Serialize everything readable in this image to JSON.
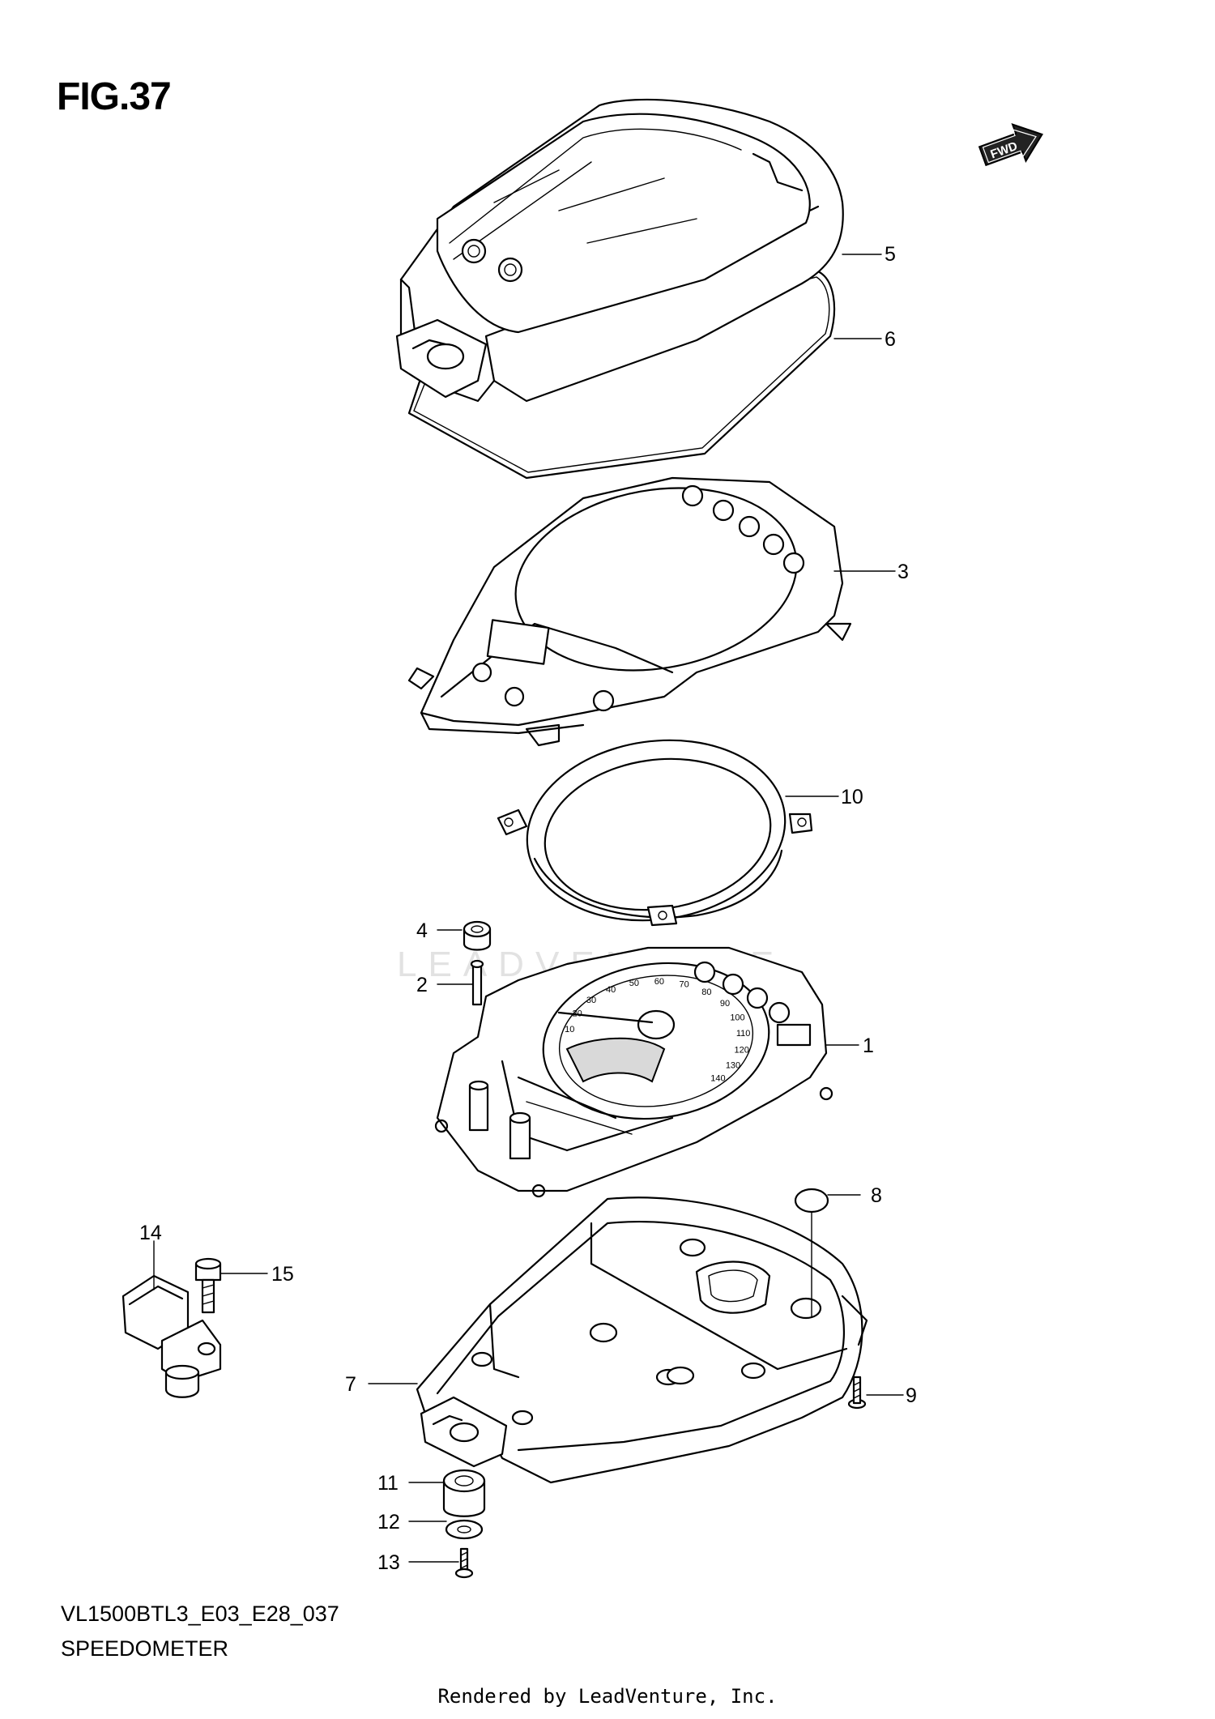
{
  "figure": {
    "title": "FIG.37",
    "model_code": "VL1500BTL3_E03_E28_037",
    "subtitle": "SPEEDOMETER",
    "footer": "Rendered by LeadVenture, Inc.",
    "fwd_label": "FWD",
    "watermark": "LEADVENTURE"
  },
  "callouts": [
    {
      "id": "5",
      "label": "5"
    },
    {
      "id": "6",
      "label": "6"
    },
    {
      "id": "3",
      "label": "3"
    },
    {
      "id": "10",
      "label": "10"
    },
    {
      "id": "4",
      "label": "4"
    },
    {
      "id": "2",
      "label": "2"
    },
    {
      "id": "1",
      "label": "1"
    },
    {
      "id": "8",
      "label": "8"
    },
    {
      "id": "14",
      "label": "14"
    },
    {
      "id": "15",
      "label": "15"
    },
    {
      "id": "7",
      "label": "7"
    },
    {
      "id": "9",
      "label": "9"
    },
    {
      "id": "11",
      "label": "11"
    },
    {
      "id": "12",
      "label": "12"
    },
    {
      "id": "13",
      "label": "13"
    }
  ],
  "dial_ticks": [
    "10",
    "20",
    "30",
    "40",
    "50",
    "60",
    "70",
    "80",
    "90",
    "100",
    "110",
    "120",
    "130",
    "140"
  ]
}
